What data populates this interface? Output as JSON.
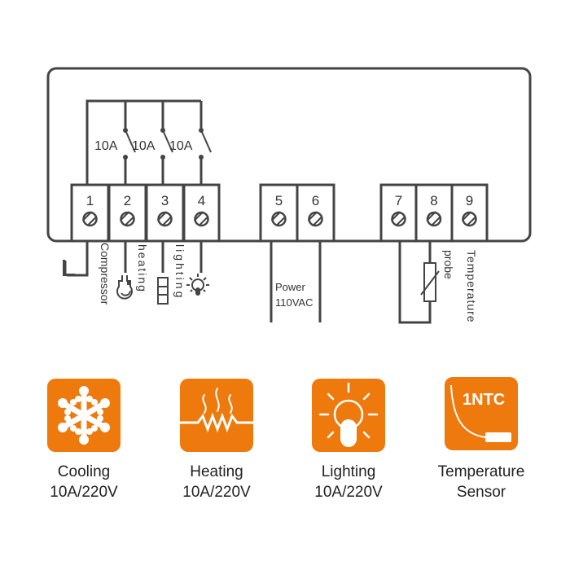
{
  "wiring": {
    "relay_ratings": [
      "10A",
      "10A",
      "10A"
    ],
    "terminals": [
      "1",
      "2",
      "3",
      "4",
      "5",
      "6",
      "7",
      "8",
      "9"
    ],
    "ground_label": "L",
    "labels": {
      "compressor": "Compressor",
      "heating": "heating",
      "lighting": "lighting",
      "power_line1": "Power",
      "power_line2": "110VAC",
      "probe": "probe",
      "temperature": "Temperature"
    }
  },
  "features": [
    {
      "icon": "snowflake-icon",
      "title": "Cooling",
      "rating": "10A/220V"
    },
    {
      "icon": "heater-icon",
      "title": "Heating",
      "rating": "10A/220V"
    },
    {
      "icon": "bulb-icon",
      "title": "Lighting",
      "rating": "10A/220V"
    },
    {
      "icon": "ntc-probe-icon",
      "title": "Temperature",
      "rating": "Sensor",
      "badge": "1NTC"
    }
  ],
  "colors": {
    "accent": "#EE7A0E",
    "line": "#444444"
  }
}
